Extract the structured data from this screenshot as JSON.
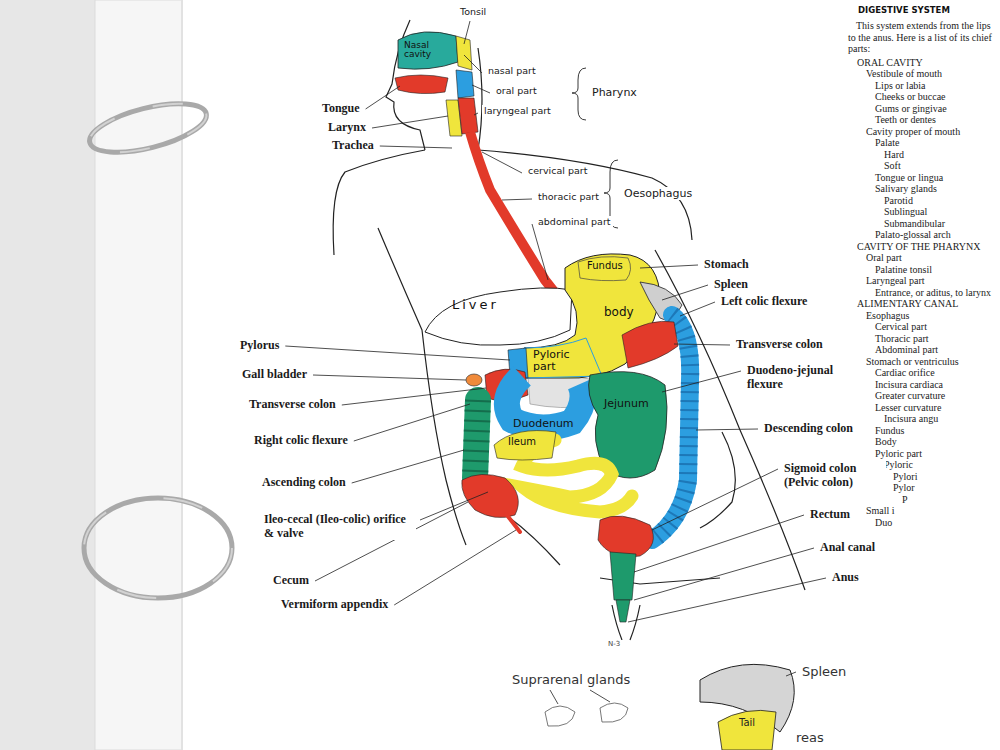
{
  "diagram": {
    "title": "DIGESTIVE SYSTEM",
    "nodes": [
      {
        "text": [
          "Nasal cavity"
        ]
      },
      {
        "text": [
          "Liver"
        ]
      },
      {
        "text": [
          "Fundus"
        ]
      },
      {
        "text": [
          "body"
        ]
      },
      {
        "text": [
          "Pyloric part"
        ]
      },
      {
        "text": [
          "Duodenum"
        ]
      },
      {
        "text": [
          "Jejunum"
        ]
      },
      {
        "text": [
          "Ileum"
        ]
      }
    ],
    "labels": [
      "Tonsil",
      "nasal part",
      "oral part",
      "laryngeal part",
      "Pharynx",
      "Tongue",
      "Larynx",
      "Trachea",
      "cervical part",
      "thoracic part",
      "abdominal part",
      "Oesophagus",
      "Stomach",
      "Spleen",
      "Left colic flexure",
      "Transverse colon",
      "Duodeno-jejunal flexure",
      "Descending colon",
      "Sigmoid colon (Pelvic colon)",
      "Rectum",
      "Anal canal",
      "Anus",
      "Pylorus",
      "Gall bladder",
      "Transverse colon",
      "Right colic flexure",
      "Ascending colon",
      "Ileo-cecal (Ileo-colic) orifice & valve",
      "Cecum",
      "Vermiform appendix",
      "N-3",
      "Suprarenal glands",
      "Spleen",
      "Tail",
      "reas",
      "This system extends from the lips to the anus. Here is a list of its chief parts:",
      "ORAL CAVITY",
      "Vestibule of mouth",
      "Lips or labia",
      "Cheeks or buccae",
      "Gums or gingivae",
      "Teeth or dentes",
      "Cavity proper of mouth",
      "Palate",
      "Hard",
      "Soft",
      "Tongue or lingua",
      "Salivary glands",
      "Parotid",
      "Sublingual",
      "Submandibular",
      "Palato-glossal arch",
      "CAVITY OF THE PHARYNX",
      "Oral part",
      "Palatine tonsil",
      "Laryngeal part",
      "Entrance, or aditus, to larynx",
      "ALIMENTARY CANAL",
      "Esophagus",
      "Cervical part",
      "Thoracic part",
      "Abdominal part",
      "Stomach or ventriculus",
      "Cardiac orifice",
      "Incisura cardiaca",
      "Greater curvature",
      "Lesser curvature",
      "Incisura angu",
      "Fundus",
      "Body",
      "Pyloric part",
      "Pyloric",
      "Pylori",
      "Pylor",
      "P",
      "Small i",
      "Duo"
    ]
  }
}
